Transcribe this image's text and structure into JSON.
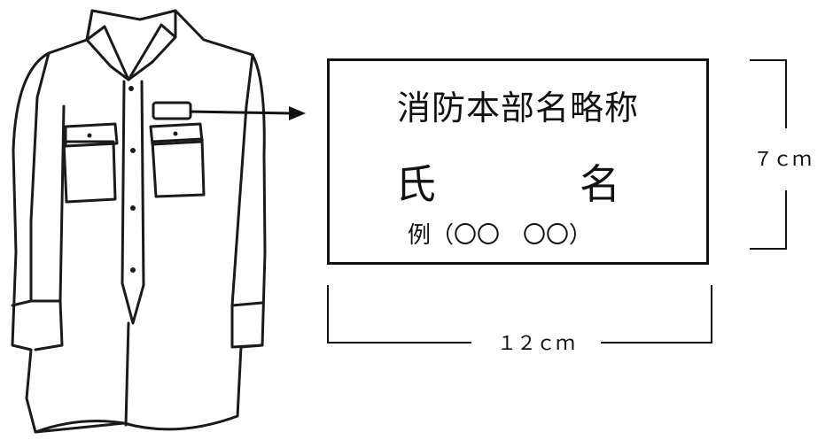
{
  "nameplate": {
    "title": "消防本部名略称",
    "name_left": "氏",
    "name_right": "名",
    "example": "例（〇〇　〇〇）"
  },
  "dimensions": {
    "width_label": "１２ｃｍ",
    "height_label": "７ｃｍ"
  }
}
